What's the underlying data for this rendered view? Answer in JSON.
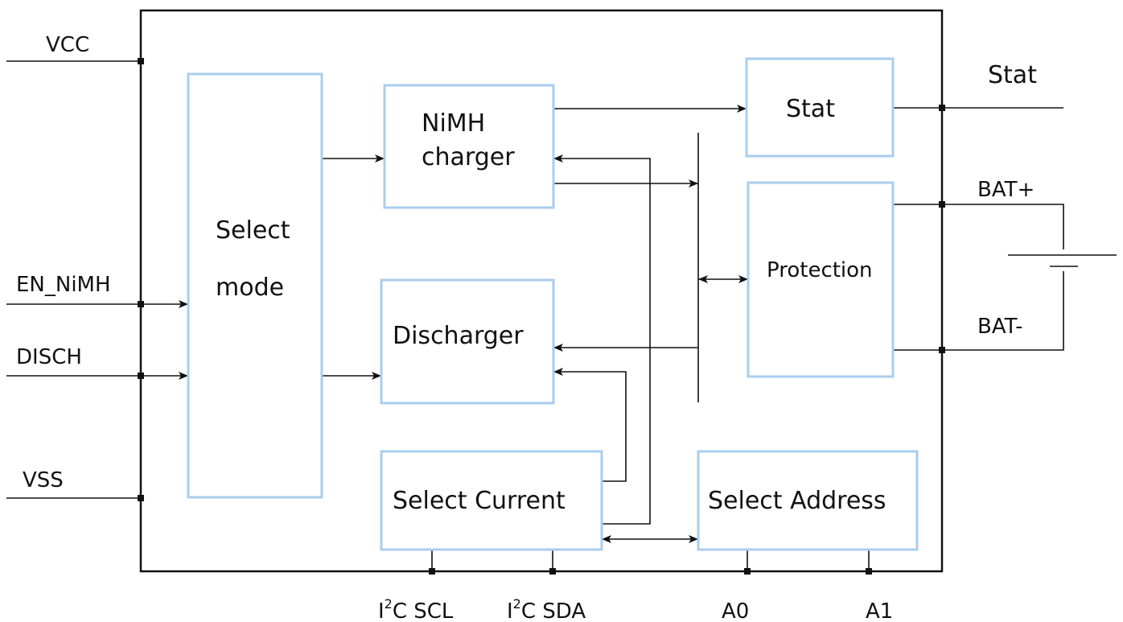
{
  "colors": {
    "block_border": "#a9cdee",
    "line": "#111111",
    "background": "#ffffff"
  },
  "pins_left": {
    "vcc": "VCC",
    "en_nimh": "EN_NiMH",
    "disch": "DISCH",
    "vss": "VSS"
  },
  "pins_right": {
    "stat": "Stat",
    "bat_plus": "BAT+",
    "bat_minus": "BAT-"
  },
  "pins_bottom": {
    "i2c_scl": {
      "prefix": "I",
      "sup": "2",
      "suffix": "C SCL"
    },
    "i2c_sda": {
      "prefix": "I",
      "sup": "2",
      "suffix": "C SDA"
    },
    "a0": "A0",
    "a1": "A1"
  },
  "blocks": {
    "select_mode": {
      "line1": "Select",
      "line2": "mode"
    },
    "nimh_charger": {
      "line1": "NiMH",
      "line2": "charger"
    },
    "discharger": "Discharger",
    "select_current": "Select Current",
    "stat": "Stat",
    "protection": "Protection",
    "select_address": "Select Address"
  },
  "icons": {
    "battery": "battery-symbol-icon",
    "pin": "square-pin-icon"
  }
}
